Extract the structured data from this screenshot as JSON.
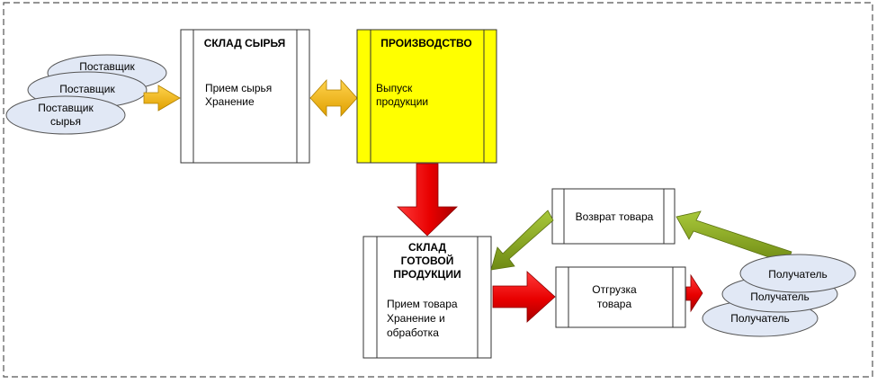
{
  "diagram": {
    "suppliers": [
      "Поставщик",
      "Поставщик",
      "Поставщик",
      "сырья"
    ],
    "raw_warehouse": {
      "title": "СКЛАД СЫРЬЯ",
      "lines": [
        "Прием сырья",
        "Хранение"
      ]
    },
    "production": {
      "title": "ПРОИЗВОДСТВО",
      "lines": [
        "Выпуск",
        "продукции"
      ]
    },
    "finished_warehouse": {
      "title_lines": [
        "СКЛАД",
        "ГОТОВОЙ",
        "ПРОДУКЦИИ"
      ],
      "lines": [
        "Прием товара",
        "Хранение и",
        "обработка"
      ]
    },
    "return_box": {
      "label": "Возврат товара"
    },
    "shipment_box": {
      "lines": [
        "Отгрузка",
        "товара"
      ]
    },
    "recipients": [
      "Получатель",
      "Получатель",
      "Получатель"
    ],
    "colors": {
      "supplier_fill": "#e1e8f5",
      "production_fill": "#ffff00",
      "orange_arrow": "#f5b800",
      "red_arrow": "#ff0000",
      "green_arrow": "#8aa81e",
      "border_dash": "#555555"
    }
  }
}
